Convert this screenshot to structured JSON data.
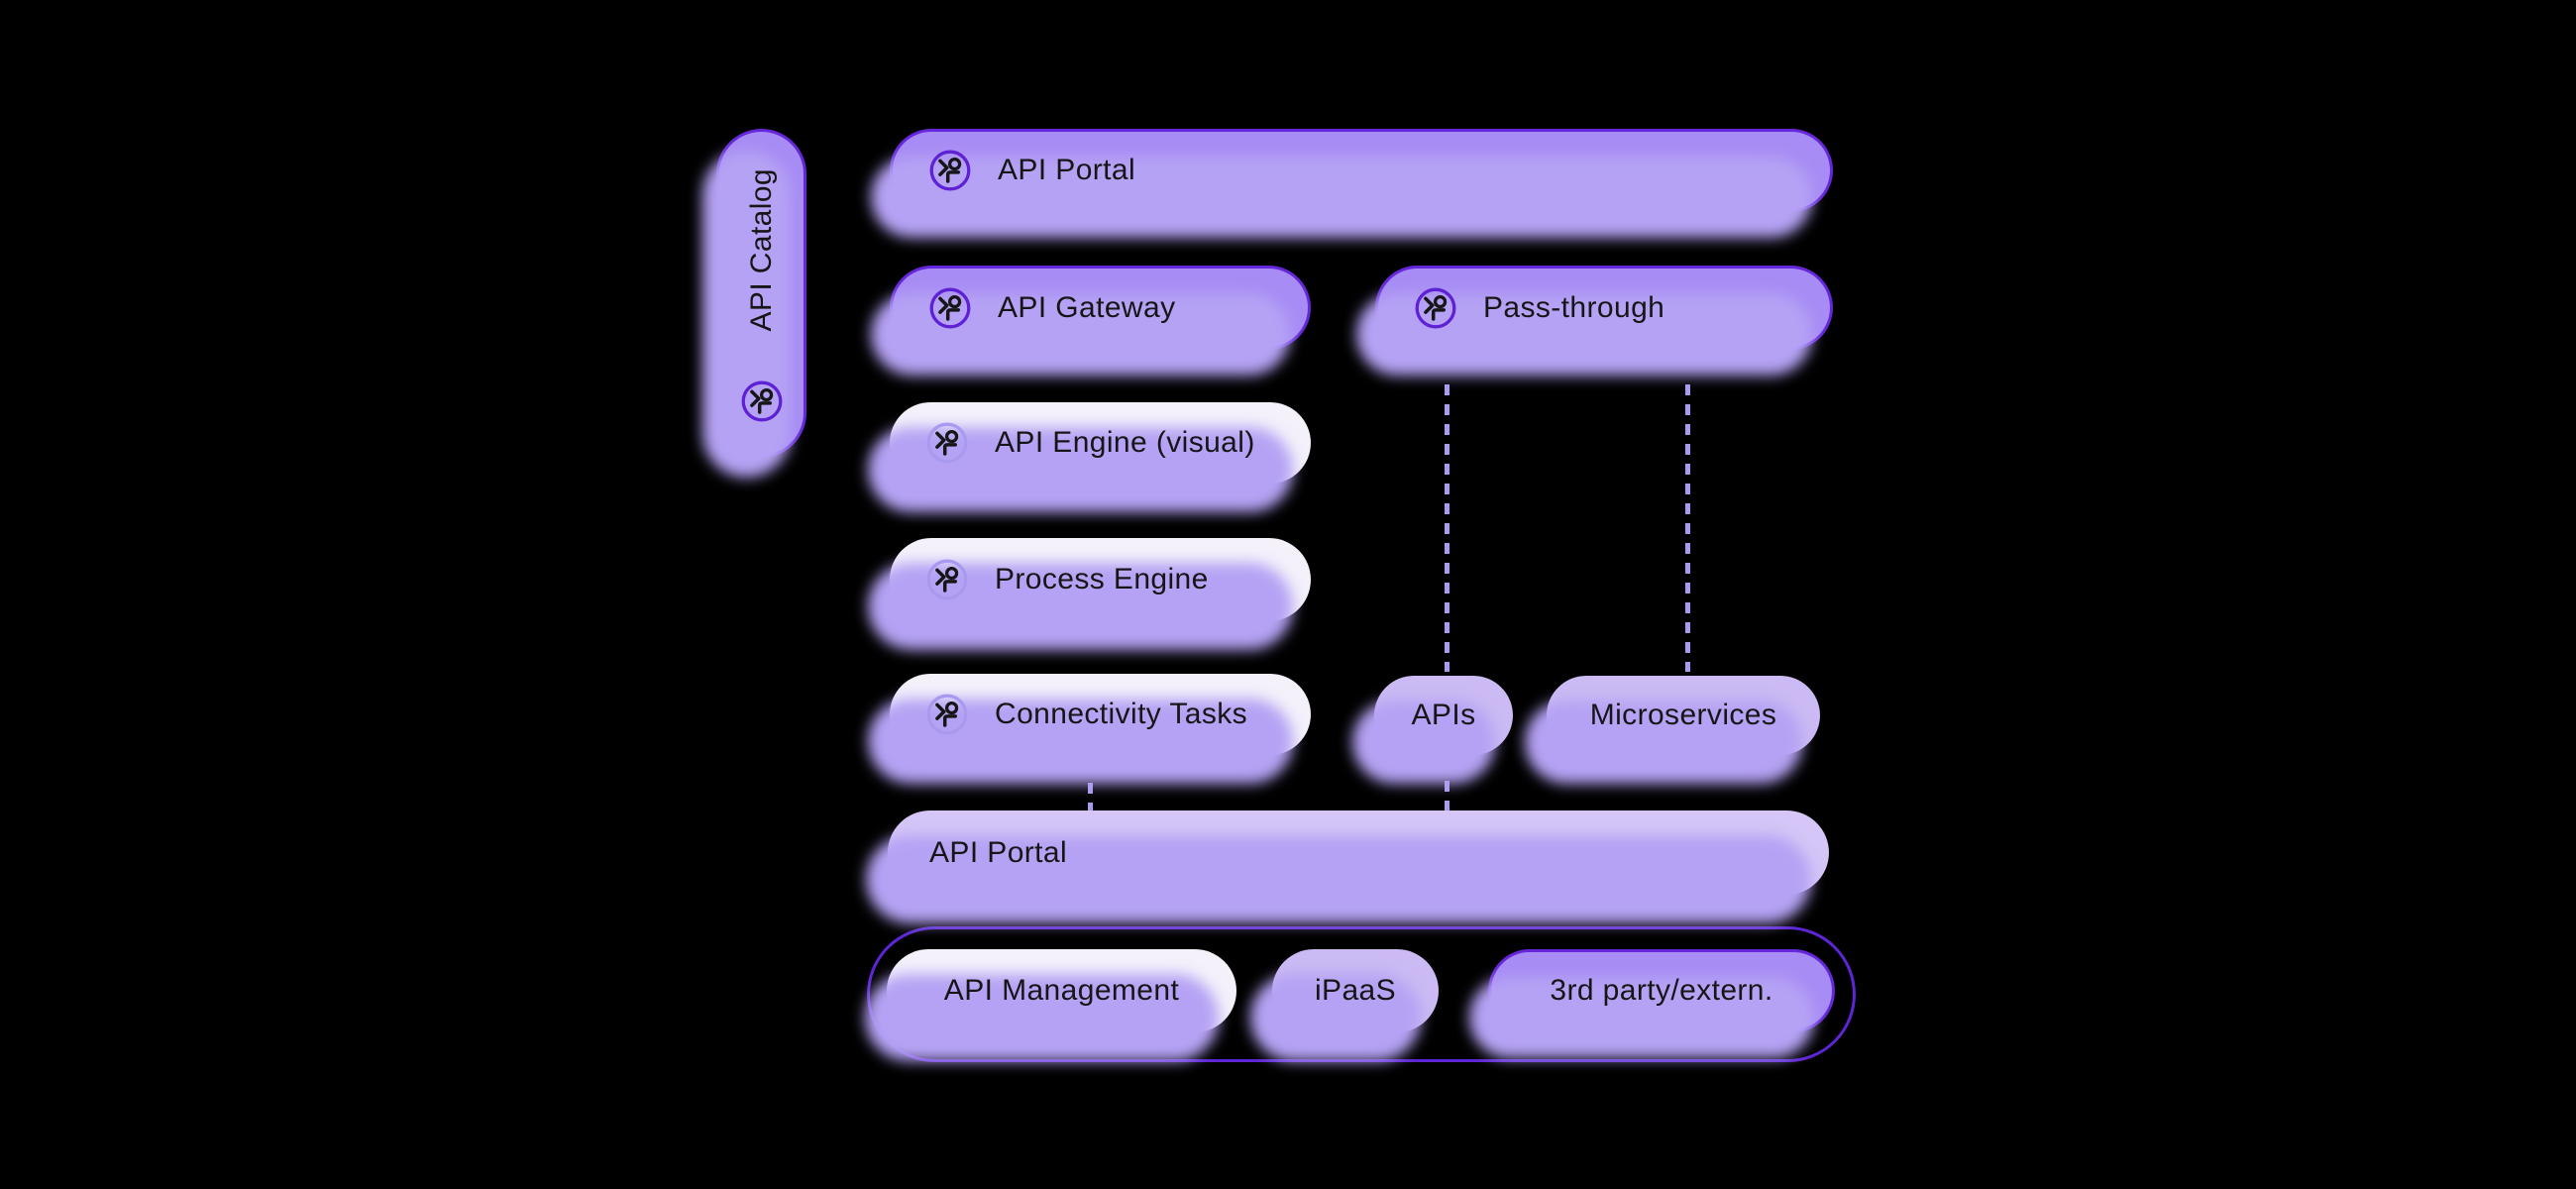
{
  "diagram": {
    "title_hint": "API architecture layer diagram",
    "catalog": {
      "label": "API Catalog",
      "icon": "figure-circle-icon"
    },
    "nodes": {
      "portalTop": {
        "label": "API Portal",
        "style": "purple",
        "icon": "figure-circle-icon"
      },
      "gateway": {
        "label": "API Gateway",
        "style": "purple",
        "icon": "figure-circle-icon"
      },
      "passThrough": {
        "label": "Pass-through",
        "style": "purple",
        "icon": "figure-circle-icon"
      },
      "engineVisual": {
        "label": "API Engine (visual)",
        "style": "white",
        "icon": "figure-circle-icon"
      },
      "processEngine": {
        "label": "Process Engine",
        "style": "white",
        "icon": "figure-circle-icon"
      },
      "connectivityTasks": {
        "label": "Connectivity Tasks",
        "style": "white",
        "icon": "figure-circle-icon"
      },
      "apis": {
        "label": "APIs",
        "style": "lavender"
      },
      "microservices": {
        "label": "Microservices",
        "style": "lavender"
      },
      "portalBottom": {
        "label": "API Portal",
        "style": "lavender-light"
      },
      "apiManagement": {
        "label": "API Management",
        "style": "white"
      },
      "ipaas": {
        "label": "iPaaS",
        "style": "lavender"
      },
      "thirdParty": {
        "label": "3rd party/extern.",
        "style": "purple"
      }
    },
    "connectors": [
      {
        "from": "passThrough",
        "to": "apis",
        "style": "dashed"
      },
      {
        "from": "passThrough",
        "to": "microservices",
        "style": "dashed"
      },
      {
        "from": "connectivityTasks",
        "to": "portalBottom",
        "style": "dashed"
      },
      {
        "from": "apis",
        "to": "portalBottom",
        "style": "dashed"
      }
    ],
    "colors": {
      "background": "#000000",
      "purple_fill": "#a78cf5",
      "purple_border": "#6527d9",
      "white_fill": "#f4f1fb",
      "lavender_fill": "#cbbaf3",
      "lavender_light_fill": "#d5c6f7",
      "under_shadow": "#b5a2f4",
      "dash_line": "#a99cf0",
      "group_outline": "#5d25d4",
      "text": "#161616",
      "icon_ring_on_purple": "#5e22d4",
      "icon_ring_on_white": "#a99af0"
    }
  }
}
